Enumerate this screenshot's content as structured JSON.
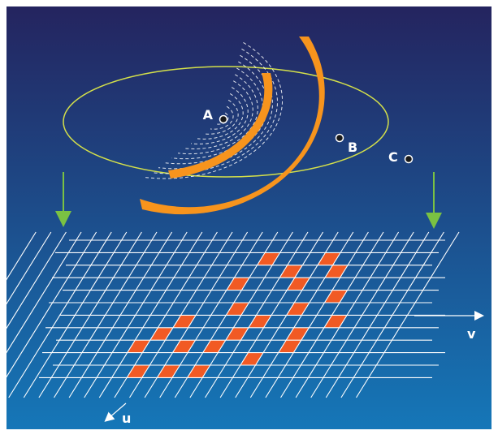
{
  "labels": {
    "point_a": "A",
    "point_b": "B",
    "point_c": "C",
    "axis_v": "v",
    "axis_u": "u"
  },
  "colors": {
    "bg_top": "#24245f",
    "bg_bottom": "#1577b8",
    "ellipse": "#d4e04a",
    "arc_fill": "#f7941d",
    "arrow": "#7ac143",
    "grid_line": "#ffffff",
    "highlight_cell": "#f15a24"
  },
  "grid": {
    "rows": 11,
    "cols": 22,
    "highlighted_cells": [
      [
        1,
        13
      ],
      [
        1,
        17
      ],
      [
        2,
        15
      ],
      [
        2,
        18
      ],
      [
        3,
        12
      ],
      [
        3,
        16
      ],
      [
        4,
        19
      ],
      [
        5,
        13
      ],
      [
        5,
        17
      ],
      [
        6,
        10
      ],
      [
        6,
        15
      ],
      [
        6,
        20
      ],
      [
        7,
        9
      ],
      [
        7,
        14
      ],
      [
        7,
        18
      ],
      [
        8,
        8
      ],
      [
        8,
        11
      ],
      [
        8,
        13
      ],
      [
        8,
        18
      ],
      [
        9,
        16
      ],
      [
        10,
        9
      ],
      [
        10,
        11
      ],
      [
        10,
        13
      ]
    ]
  },
  "icons": [
    "point-marker-icon",
    "arrow-down-icon",
    "arrow-right-icon",
    "arrow-down-left-icon"
  ]
}
